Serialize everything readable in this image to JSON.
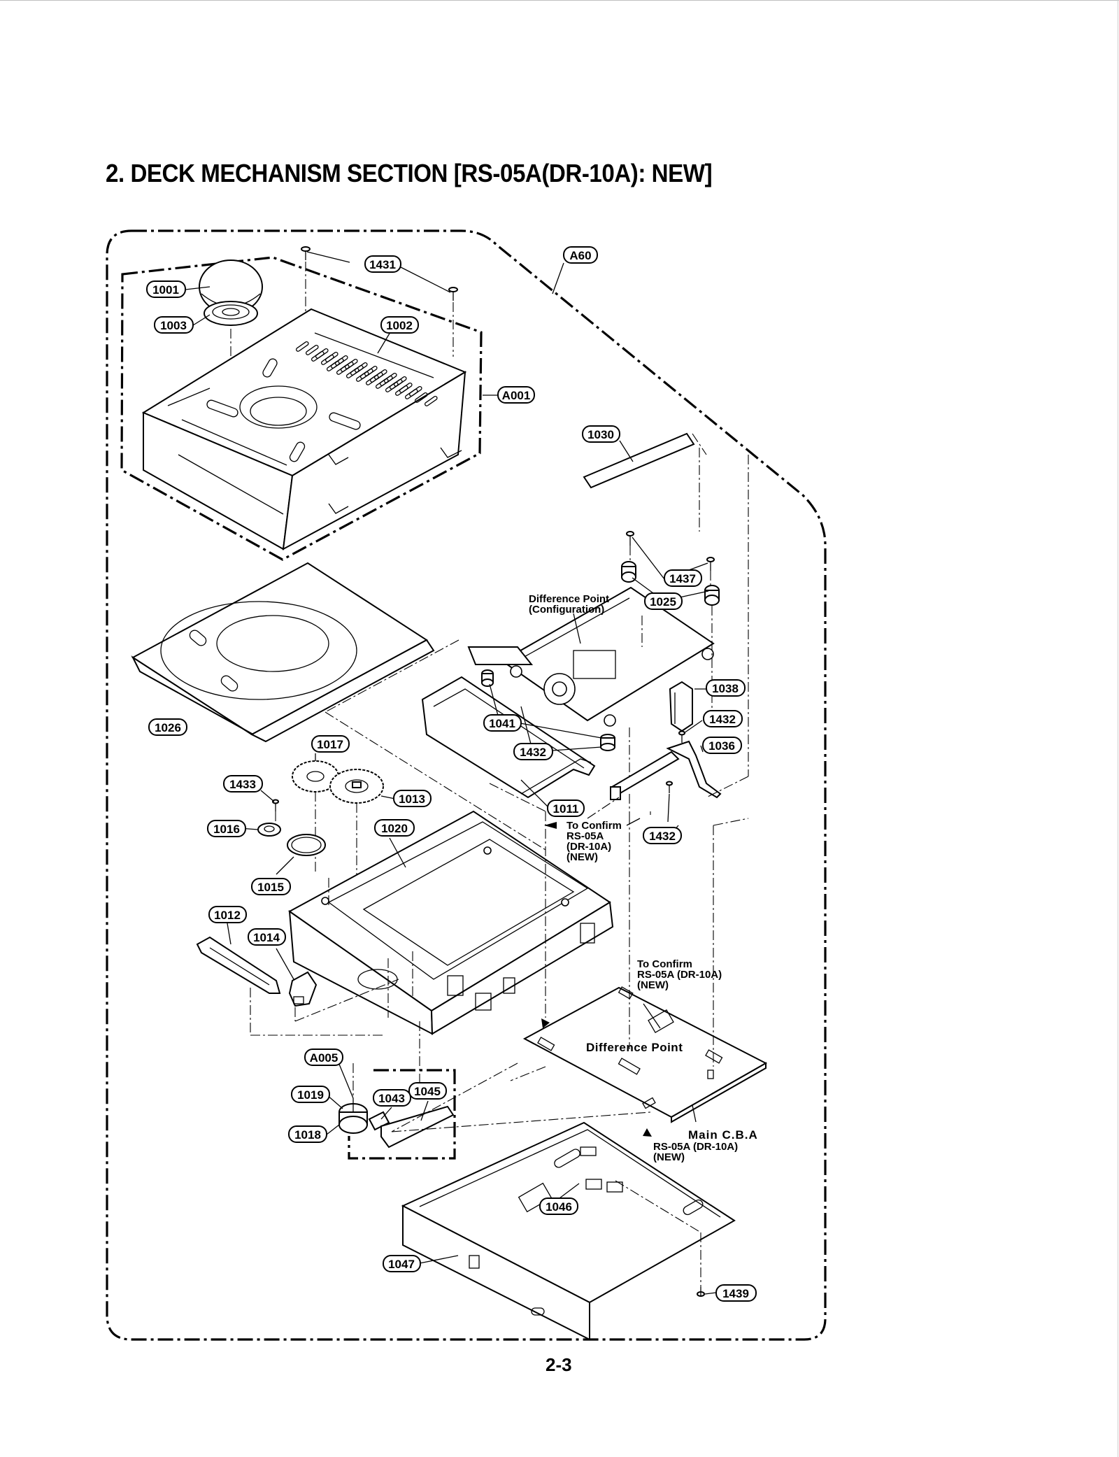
{
  "header": {
    "title": "2. DECK MECHANISM SECTION [RS-05A(DR-10A): NEW]"
  },
  "footer": {
    "page_number": "2-3"
  },
  "labels": {
    "a60": "A60",
    "a001": "A001",
    "a005": "A005",
    "p1431": "1431",
    "p1001": "1001",
    "p1003": "1003",
    "p1002": "1002",
    "p1030": "1030",
    "p1437": "1437",
    "p1025": "1025",
    "p1038": "1038",
    "p1041": "1041",
    "p1432a": "1432",
    "p1432b": "1432",
    "p1432c": "1432",
    "p1036": "1036",
    "p1026": "1026",
    "p1017": "1017",
    "p1433": "1433",
    "p1013": "1013",
    "p1011": "1011",
    "p1016": "1016",
    "p1020": "1020",
    "p1015": "1015",
    "p1012": "1012",
    "p1014": "1014",
    "p1019": "1019",
    "p1043": "1043",
    "p1045": "1045",
    "p1018": "1018",
    "p1046": "1046",
    "p1047": "1047",
    "p1439": "1439"
  },
  "notes": {
    "difference_point_config": [
      "Difference Point",
      "(Configuration)"
    ],
    "to_confirm_1": [
      "To Confirm",
      "RS-05A",
      "(DR-10A)",
      "(NEW)"
    ],
    "to_confirm_2": [
      "To Confirm",
      "RS-05A (DR-10A)",
      "(NEW)"
    ],
    "difference_point_board": "Difference Point",
    "main_cba": [
      "Main C.B.A",
      "RS-05A (DR-10A)",
      "(NEW)"
    ]
  }
}
